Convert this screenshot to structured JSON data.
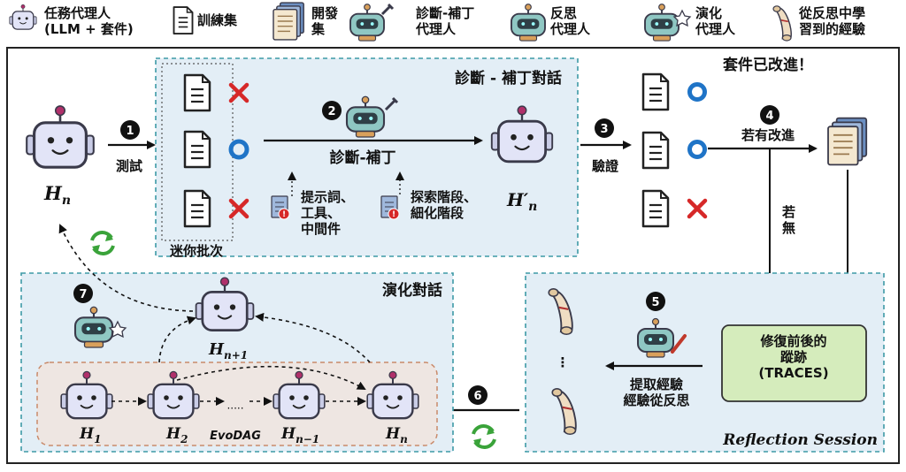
{
  "legend": {
    "agent": "任務代理人\n(LLM + 套件)",
    "train": "訓練集",
    "dev": "開發\n集",
    "diag_agent": "診斷-補丁\n代理人",
    "reflect_agent": "反思\n代理人",
    "evolve_agent": "演化\n代理人",
    "exp": "從反思中學\n習到的經驗"
  },
  "top": {
    "dialog_title": "診斷 - 補丁對話",
    "improved": "套件已改進！",
    "step1": "1",
    "test": "測試",
    "hn": "H",
    "hn_sub": "n",
    "minibatch": "迷你批次",
    "step2": "2",
    "diag_patch": "診斷-補丁",
    "note1": "提示詞、\n工具、\n中間件",
    "note2": "探索階段、\n細化階段",
    "hpn": "H′",
    "hpn_sub": "n",
    "step3": "3",
    "verify": "驗證",
    "step4": "4",
    "if_improve": "若有改進",
    "if_not": "若\n無"
  },
  "bottom": {
    "evolve_title": "演化對話",
    "step7": "7",
    "hn1": "H",
    "hn1_sub": "n+1",
    "h1": "H",
    "h1_sub": "1",
    "h2": "H",
    "h2_sub": "2",
    "evodag": "EvoDAG",
    "hnm1": "H",
    "hnm1_sub": "n−1",
    "hn": "H",
    "hn_sub": "n",
    "step6": "6",
    "step5": "5",
    "extract": "提取經驗\n經驗從反思",
    "traces": "修復前後的\n蹤跡\n(TRACES)",
    "reflection": "Reflection Session",
    "dots": "⋮"
  },
  "colors": {
    "panel_bg": "#e3eef6",
    "panel_border": "#3d9aa6",
    "green_box": "#d5ecbc",
    "cross": "#d62828",
    "circle": "#1f74c7",
    "tan": "#efddc2",
    "robot_face": "#e2e4f7",
    "robot_stroke": "#3a3a4a"
  }
}
